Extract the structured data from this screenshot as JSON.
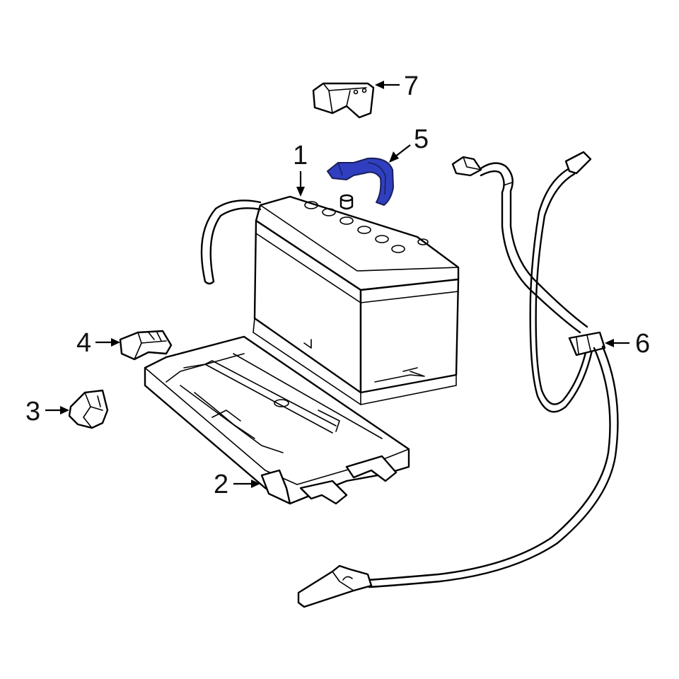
{
  "diagram": {
    "highlight_color": "#2f3fbf",
    "callouts": [
      {
        "id": "1",
        "label": "1"
      },
      {
        "id": "2",
        "label": "2"
      },
      {
        "id": "3",
        "label": "3"
      },
      {
        "id": "4",
        "label": "4"
      },
      {
        "id": "5",
        "label": "5"
      },
      {
        "id": "6",
        "label": "6"
      },
      {
        "id": "7",
        "label": "7"
      }
    ],
    "parts": [
      {
        "id": "battery",
        "icon": "battery-icon"
      },
      {
        "id": "tray",
        "icon": "battery-tray-icon"
      },
      {
        "id": "clamp-3",
        "icon": "hold-down-clamp-icon"
      },
      {
        "id": "clamp-4",
        "icon": "hold-down-bracket-icon"
      },
      {
        "id": "terminal-cable",
        "icon": "positive-cable-icon",
        "highlighted": true
      },
      {
        "id": "negative-cable",
        "icon": "negative-cable-icon"
      },
      {
        "id": "cover",
        "icon": "terminal-cover-icon"
      }
    ]
  }
}
